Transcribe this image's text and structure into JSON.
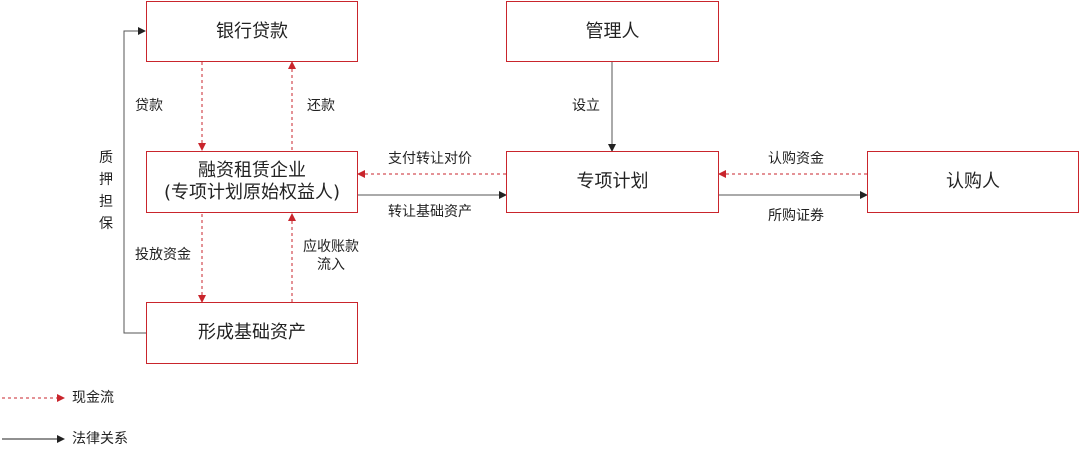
{
  "nodes": {
    "bank_loan": "银行贷款",
    "manager": "管理人",
    "leasing_line1": "融资租赁企业",
    "leasing_line2": "(专项计划原始权益人)",
    "special_plan": "专项计划",
    "subscriber": "认购人",
    "underlying_assets": "形成基础资产"
  },
  "edges": {
    "loan": "贷款",
    "repay": "还款",
    "pledge": "质押担保",
    "setup": "设立",
    "pay_consideration": "支付转让对价",
    "transfer_assets": "转让基础资产",
    "subscription_funds": "认购资金",
    "purchased_securities": "所购证券",
    "invest_funds": "投放资金",
    "receivables_line1": "应收账款",
    "receivables_line2": "流入"
  },
  "legend": {
    "cash_flow": "现金流",
    "legal_relation": "法律关系"
  },
  "colors": {
    "cash_flow": "#c9252c",
    "legal_relation": "#222222",
    "box_border": "#c9252c"
  }
}
